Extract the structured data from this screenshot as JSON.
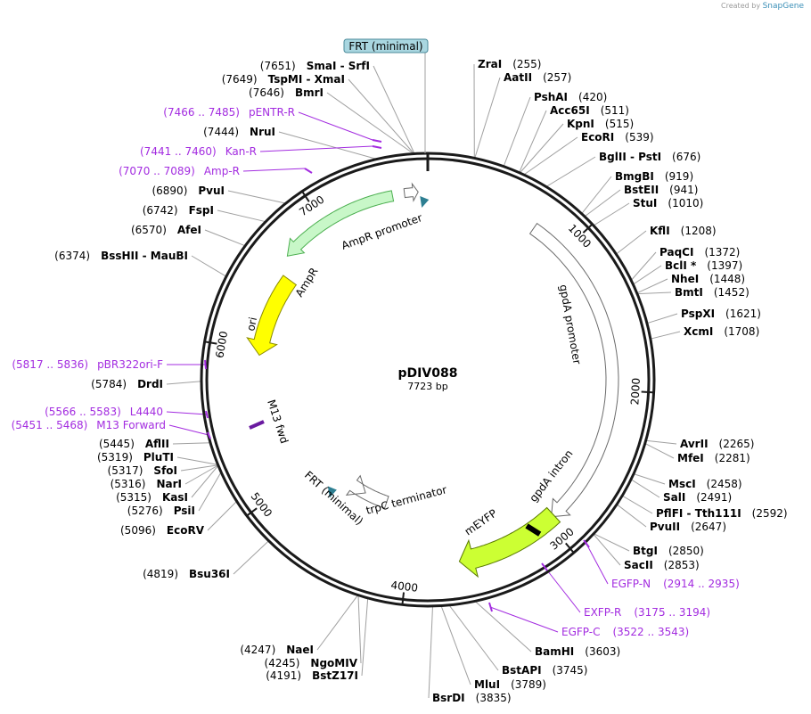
{
  "credit": {
    "prefix": "Created by",
    "brand": "SnapGene"
  },
  "plasmid": {
    "name": "pDIV088",
    "length_label": "7723 bp",
    "length": 7723
  },
  "colors": {
    "backbone": "#1a1a1a",
    "primer": "#a32ce0",
    "ampr": "#c8f7c8",
    "ori": "#ffff00",
    "meyfp": "#ccff33",
    "frt_tag": "#a9d6e0",
    "frt_arrow": "#2d7f92",
    "leader": "#a0a0a0"
  },
  "ticks": [
    {
      "pos": 1000,
      "label": "1000"
    },
    {
      "pos": 2000,
      "label": "2000"
    },
    {
      "pos": 3000,
      "label": "3000"
    },
    {
      "pos": 4000,
      "label": "4000"
    },
    {
      "pos": 5000,
      "label": "5000"
    },
    {
      "pos": 6000,
      "label": "6000"
    },
    {
      "pos": 7000,
      "label": "7000"
    }
  ],
  "top_feature": {
    "label": "FRT (minimal)"
  },
  "sites": [
    {
      "name": "ZraI",
      "pos": "(255)",
      "bp": 255
    },
    {
      "name": "AatII",
      "pos": "(257)",
      "bp": 257
    },
    {
      "name": "PshAI",
      "pos": "(420)",
      "bp": 420
    },
    {
      "name": "Acc65I",
      "pos": "(511)",
      "bp": 511
    },
    {
      "name": "KpnI",
      "pos": "(515)",
      "bp": 515
    },
    {
      "name": "EcoRI",
      "pos": "(539)",
      "bp": 539
    },
    {
      "name": "BglII  -  PstI",
      "pos": "(676)",
      "bp": 676
    },
    {
      "name": "BmgBI",
      "pos": "(919)",
      "bp": 919
    },
    {
      "name": "BstEII",
      "pos": "(941)",
      "bp": 941
    },
    {
      "name": "StuI",
      "pos": "(1010)",
      "bp": 1010
    },
    {
      "name": "KflI",
      "pos": "(1208)",
      "bp": 1208
    },
    {
      "name": "PaqCI",
      "pos": "(1372)",
      "bp": 1372
    },
    {
      "name": "BclI *",
      "pos": "(1397)",
      "bp": 1397
    },
    {
      "name": "NheI",
      "pos": "(1448)",
      "bp": 1448
    },
    {
      "name": "BmtI",
      "pos": "(1452)",
      "bp": 1452
    },
    {
      "name": "PspXI",
      "pos": "(1621)",
      "bp": 1621
    },
    {
      "name": "XcmI",
      "pos": "(1708)",
      "bp": 1708
    },
    {
      "name": "AvrII",
      "pos": "(2265)",
      "bp": 2265
    },
    {
      "name": "MfeI",
      "pos": "(2281)",
      "bp": 2281
    },
    {
      "name": "MscI",
      "pos": "(2458)",
      "bp": 2458
    },
    {
      "name": "SalI",
      "pos": "(2491)",
      "bp": 2491
    },
    {
      "name": "PflFI  -  Tth111I",
      "pos": "(2592)",
      "bp": 2592
    },
    {
      "name": "PvuII",
      "pos": "(2647)",
      "bp": 2647
    },
    {
      "name": "BtgI",
      "pos": "(2850)",
      "bp": 2850
    },
    {
      "name": "SacII",
      "pos": "(2853)",
      "bp": 2853
    },
    {
      "name": "BamHI",
      "pos": "(3603)",
      "bp": 3603
    },
    {
      "name": "BstAPI",
      "pos": "(3745)",
      "bp": 3745
    },
    {
      "name": "MluI",
      "pos": "(3789)",
      "bp": 3789
    },
    {
      "name": "BsrDI",
      "pos": "(3835)",
      "bp": 3835
    },
    {
      "name": "BstZ17I",
      "pos": "(4191)",
      "bp": 4191
    },
    {
      "name": "NgoMIV",
      "pos": "(4245)",
      "bp": 4245
    },
    {
      "name": "NaeI",
      "pos": "(4247)",
      "bp": 4247
    },
    {
      "name": "Bsu36I",
      "pos": "(4819)",
      "bp": 4819
    },
    {
      "name": "EcoRV",
      "pos": "(5096)",
      "bp": 5096
    },
    {
      "name": "PsiI",
      "pos": "(5276)",
      "bp": 5276
    },
    {
      "name": "KasI",
      "pos": "(5315)",
      "bp": 5315
    },
    {
      "name": "NarI",
      "pos": "(5316)",
      "bp": 5316
    },
    {
      "name": "SfoI",
      "pos": "(5317)",
      "bp": 5317
    },
    {
      "name": "PluTI",
      "pos": "(5319)",
      "bp": 5319
    },
    {
      "name": "AflII",
      "pos": "(5445)",
      "bp": 5445
    },
    {
      "name": "DrdI",
      "pos": "(5784)",
      "bp": 5784
    },
    {
      "name": "BssHII  -  MauBI",
      "pos": "(6374)",
      "bp": 6374
    },
    {
      "name": "AfeI",
      "pos": "(6570)",
      "bp": 6570
    },
    {
      "name": "FspI",
      "pos": "(6742)",
      "bp": 6742
    },
    {
      "name": "PvuI",
      "pos": "(6890)",
      "bp": 6890
    },
    {
      "name": "NruI",
      "pos": "(7444)",
      "bp": 7444
    },
    {
      "name": "BmrI",
      "pos": "(7646)",
      "bp": 7646
    },
    {
      "name": "TspMI  -  XmaI",
      "pos": "(7649)",
      "bp": 7649
    },
    {
      "name": "SmaI  -  SrfI",
      "pos": "(7651)",
      "bp": 7651
    }
  ],
  "primers": [
    {
      "name": "pENTR-R",
      "range": "(7466 .. 7485)"
    },
    {
      "name": "Kan-R",
      "range": "(7441 .. 7460)"
    },
    {
      "name": "Amp-R",
      "range": "(7070 .. 7089)"
    },
    {
      "name": "pBR322ori-F",
      "range": "(5817 .. 5836)"
    },
    {
      "name": "L4440",
      "range": "(5566 .. 5583)"
    },
    {
      "name": "M13 Forward",
      "range": "(5451 .. 5468)"
    },
    {
      "name": "EGFP-N",
      "range": "(2914 .. 2935)"
    },
    {
      "name": "EXFP-R",
      "range": "(3175 .. 3194)"
    },
    {
      "name": "EGFP-C",
      "range": "(3522 .. 3543)"
    }
  ],
  "features": [
    {
      "name": "gpdA promoter"
    },
    {
      "name": "gpdA intron"
    },
    {
      "name": "mEYFP"
    },
    {
      "name": "trpC terminator"
    },
    {
      "name": "FRT (minimal)"
    },
    {
      "name": "M13 fwd"
    },
    {
      "name": "ori"
    },
    {
      "name": "AmpR"
    },
    {
      "name": "AmpR promoter"
    }
  ]
}
